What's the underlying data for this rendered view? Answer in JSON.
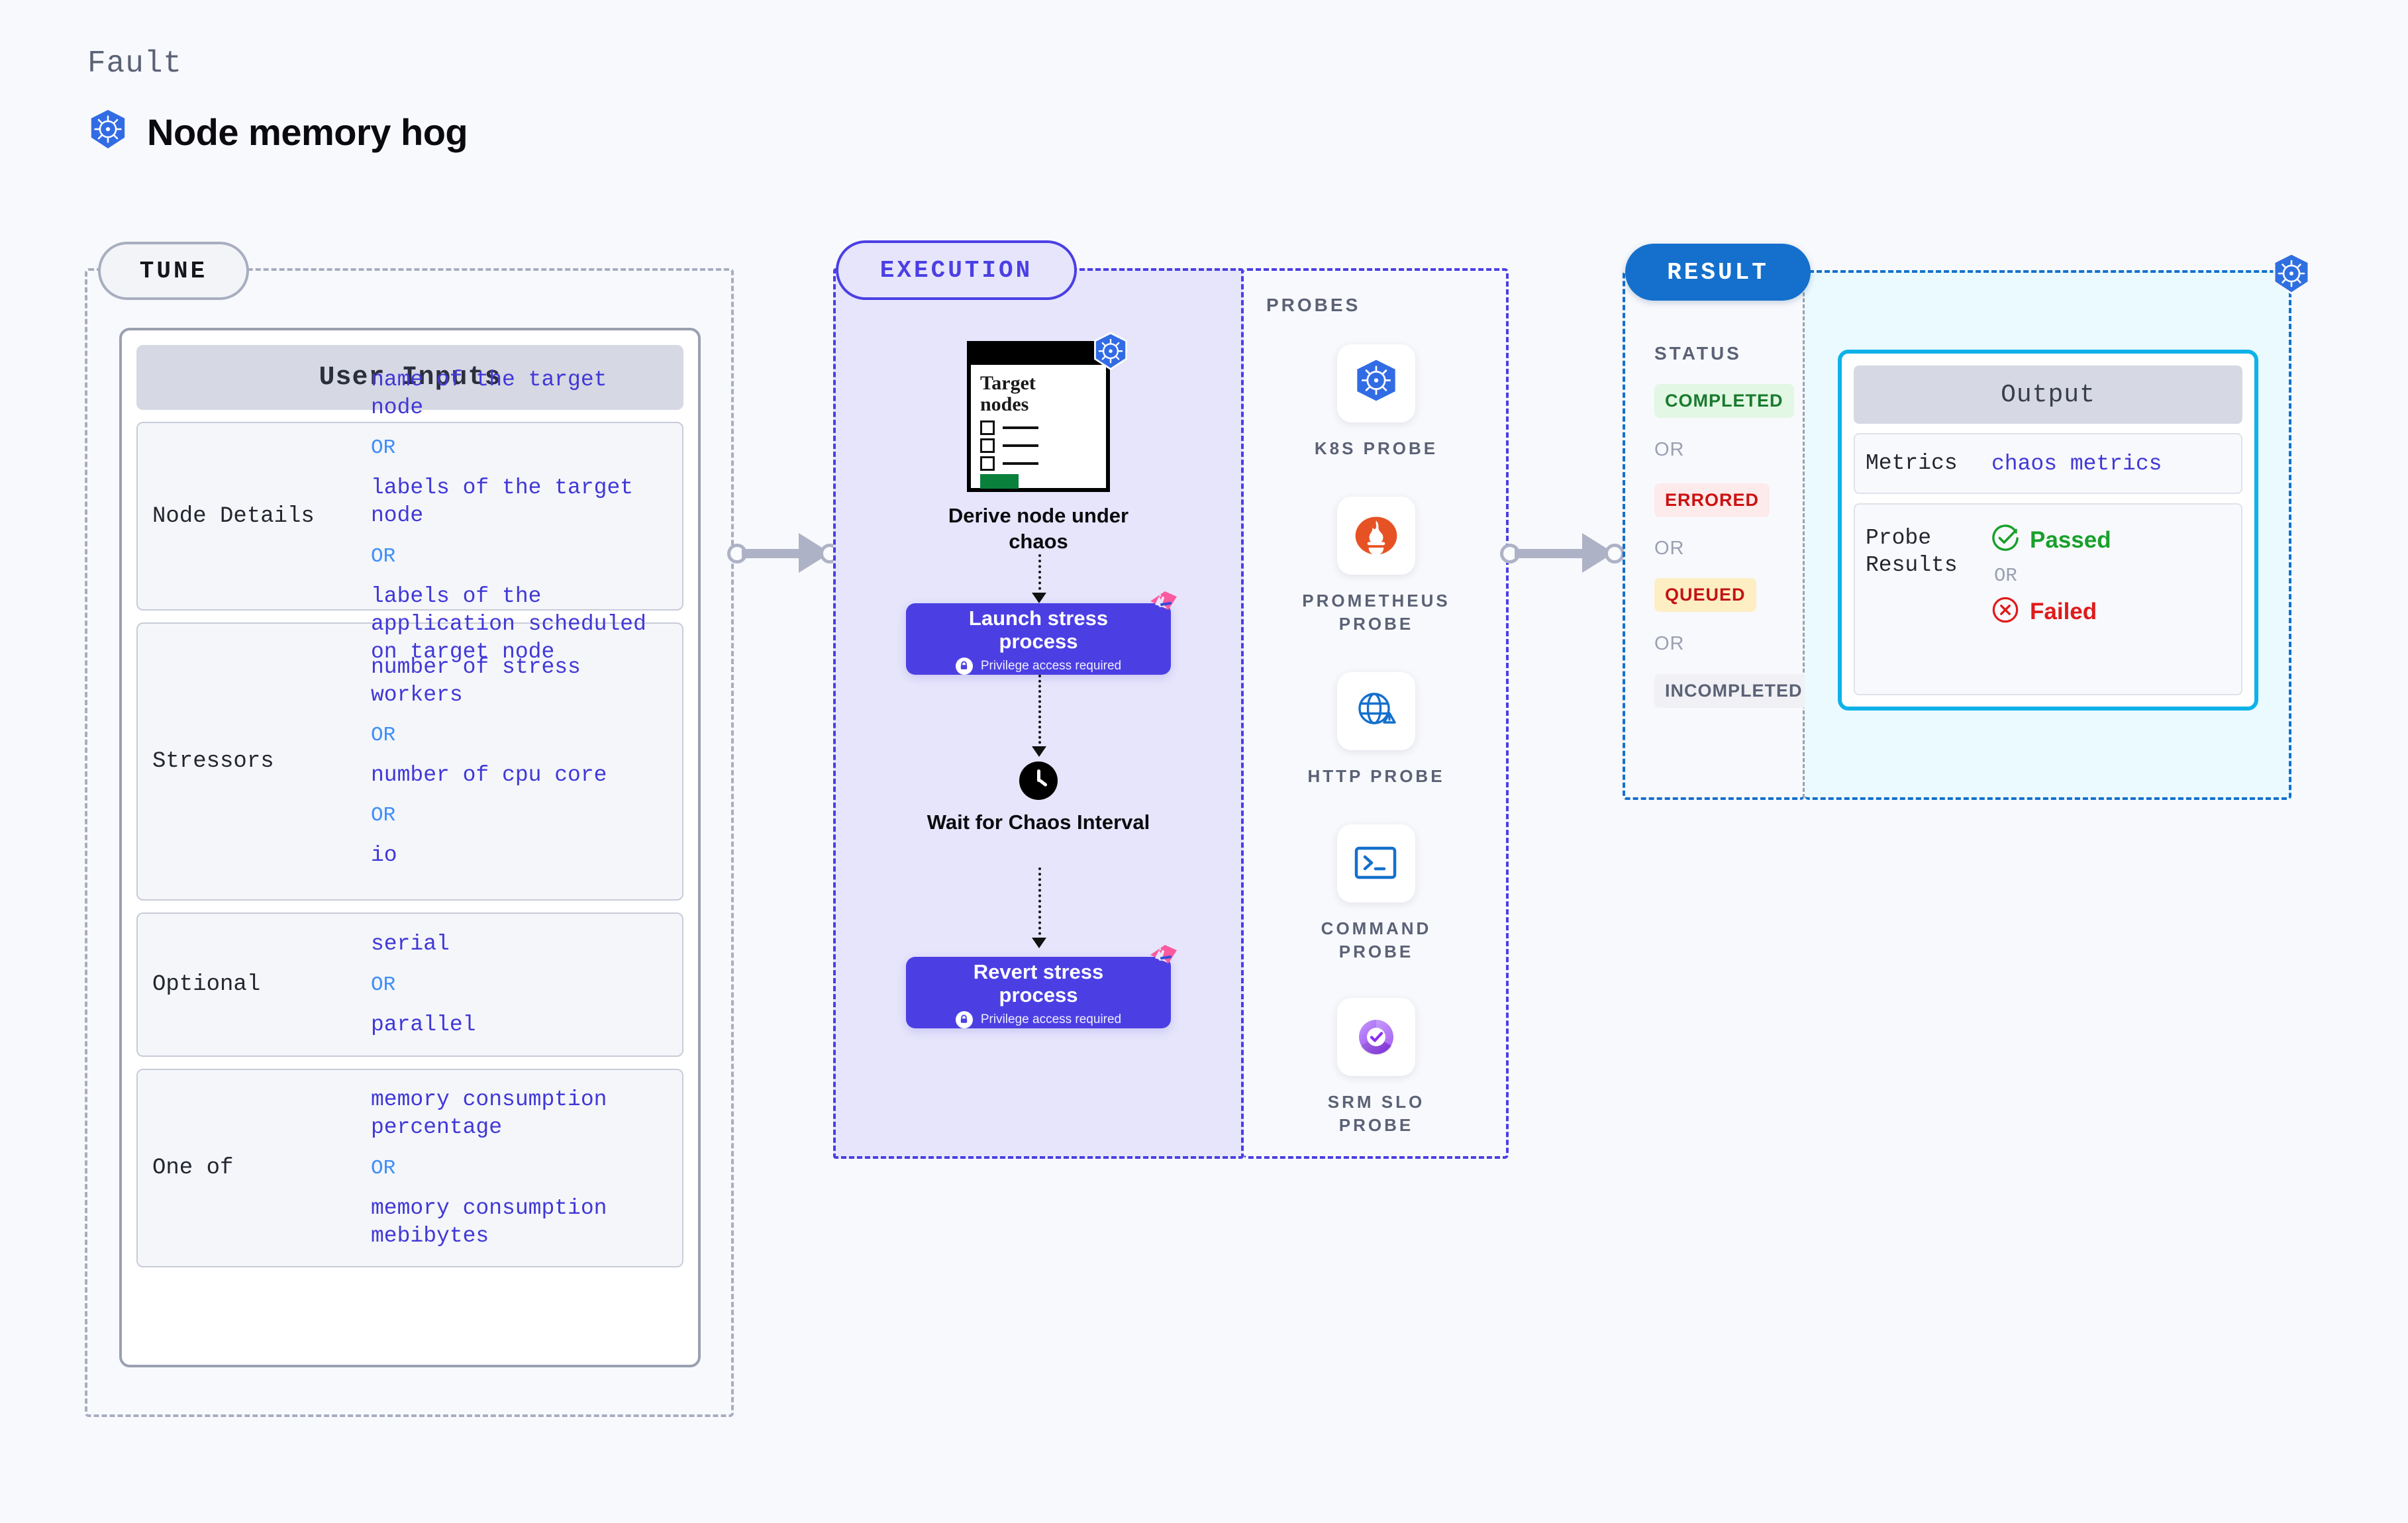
{
  "header": {
    "kicker": "Fault",
    "title": "Node memory hog",
    "icon": "kubernetes-icon"
  },
  "tune": {
    "tab_label": "TUNE",
    "card_title": "User Inputs",
    "rows": [
      {
        "label": "Node Details",
        "values": [
          "name of the target\nnode",
          "labels of the\ntarget node",
          "labels of the application\n scheduled on target node"
        ],
        "separator": "OR"
      },
      {
        "label": "Stressors",
        "values": [
          "number of stress\nworkers",
          "number of cpu\ncore",
          "io"
        ],
        "separator": "OR"
      },
      {
        "label": "Optional",
        "values": [
          "serial",
          "parallel"
        ],
        "separator": "OR"
      },
      {
        "label": "One of",
        "values": [
          "memory consumption\npercentage",
          "memory consumption\nmebibytes"
        ],
        "separator": "OR"
      }
    ]
  },
  "execution": {
    "tab_label": "EXECUTION",
    "target_card": {
      "title": "Target\nnodes",
      "icon": "kubernetes-icon"
    },
    "derive_label": "Derive node under\nchaos",
    "launch_step": {
      "title": "Launch stress\nprocess",
      "note": "Privilege access required",
      "lock_icon": "lock-icon",
      "badge_icon": "litmus-icon"
    },
    "wait_step": {
      "label": "Wait for Chaos\nInterval",
      "icon": "clock-icon"
    },
    "revert_step": {
      "title": "Revert stress\nprocess",
      "note": "Privilege access required",
      "lock_icon": "lock-icon",
      "badge_icon": "litmus-icon"
    }
  },
  "probes": {
    "title": "PROBES",
    "items": [
      {
        "label": "K8S PROBE",
        "icon": "kubernetes-icon"
      },
      {
        "label": "PROMETHEUS\nPROBE",
        "icon": "prometheus-icon"
      },
      {
        "label": "HTTP PROBE",
        "icon": "globe-warning-icon"
      },
      {
        "label": "COMMAND\nPROBE",
        "icon": "terminal-icon"
      },
      {
        "label": "SRM SLO\nPROBE",
        "icon": "slo-gauge-icon"
      }
    ]
  },
  "result": {
    "tab_label": "RESULT",
    "status_title": "STATUS",
    "separator": "OR",
    "statuses": [
      {
        "label": "COMPLETED",
        "color": "#1a7a2e",
        "bg": "#e2f7e4"
      },
      {
        "label": "ERRORED",
        "color": "#cc1111",
        "bg": "#fdeaea"
      },
      {
        "label": "QUEUED",
        "color": "#c21414",
        "bg": "#fdeec4"
      },
      {
        "label": "INCOMPLETED",
        "color": "#5b6276",
        "bg": "#f0f0f5"
      }
    ],
    "output": {
      "title": "Output",
      "metrics_label": "Metrics",
      "metrics_value": "chaos metrics",
      "probe_results_label": "Probe\nResults",
      "passed_label": "Passed",
      "passed_color": "#18a02b",
      "passed_icon": "check-circle-icon",
      "failed_label": "Failed",
      "failed_color": "#e01b1b",
      "failed_icon": "x-circle-icon",
      "separator": "OR"
    },
    "corner_icon": "kubernetes-icon"
  },
  "colors": {
    "execution_accent": "#4b3fe4",
    "result_accent": "#1470cc",
    "output_accent": "#0fb2e8",
    "tune_accent": "#a8aec0",
    "litmus_pink": "#fb5a9f"
  }
}
